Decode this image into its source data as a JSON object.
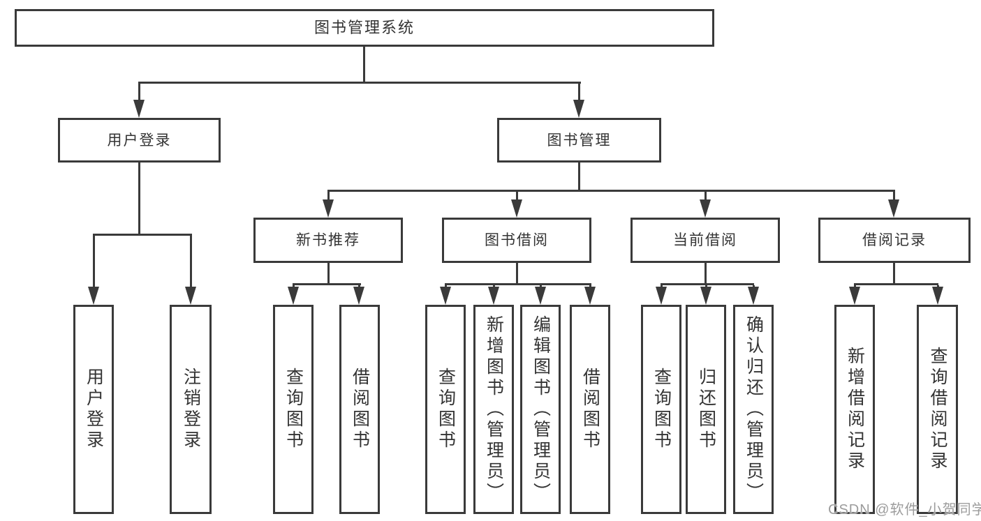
{
  "page": {
    "colors": {
      "background": "#ffffff",
      "line": "#3a3a3a",
      "text": "#333333",
      "watermark": "#9c9c9c"
    }
  },
  "tree": {
    "label": "图书管理系统",
    "children": [
      {
        "label": "用户登录",
        "children": [
          {
            "label": "用户登录"
          },
          {
            "label": "注销登录"
          }
        ]
      },
      {
        "label": "图书管理",
        "children": [
          {
            "label": "新书推荐",
            "children": [
              {
                "label": "查询图书"
              },
              {
                "label": "借阅图书"
              }
            ]
          },
          {
            "label": "图书借阅",
            "children": [
              {
                "label": "查询图书"
              },
              {
                "label": "新增图书（管理员）"
              },
              {
                "label": "编辑图书（管理员）"
              },
              {
                "label": "借阅图书"
              }
            ]
          },
          {
            "label": "当前借阅",
            "children": [
              {
                "label": "查询图书"
              },
              {
                "label": "归还图书"
              },
              {
                "label": "确认归还（管理员）"
              }
            ]
          },
          {
            "label": "借阅记录",
            "children": [
              {
                "label": "新增借阅记录"
              },
              {
                "label": "查询借阅记录"
              }
            ]
          }
        ]
      }
    ]
  },
  "watermark": {
    "text": "CSDN @软件_小贺同学"
  }
}
